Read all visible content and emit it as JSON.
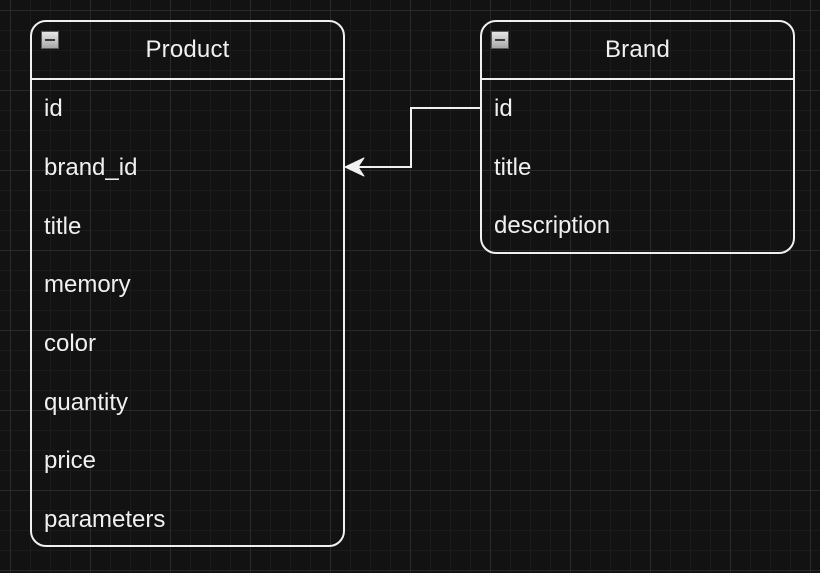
{
  "entities": {
    "product": {
      "title": "Product",
      "fields": [
        "id",
        "brand_id",
        "title",
        "memory",
        "color",
        "quantity",
        "price",
        "parameters"
      ]
    },
    "brand": {
      "title": "Brand",
      "fields": [
        "id",
        "title",
        "description"
      ]
    }
  },
  "relations": [
    {
      "from": "Brand.id",
      "to": "Product.brand_id"
    }
  ],
  "colors": {
    "background": "#121212",
    "stroke": "#f0f0f0"
  },
  "icons": [
    "collapse-icon"
  ]
}
